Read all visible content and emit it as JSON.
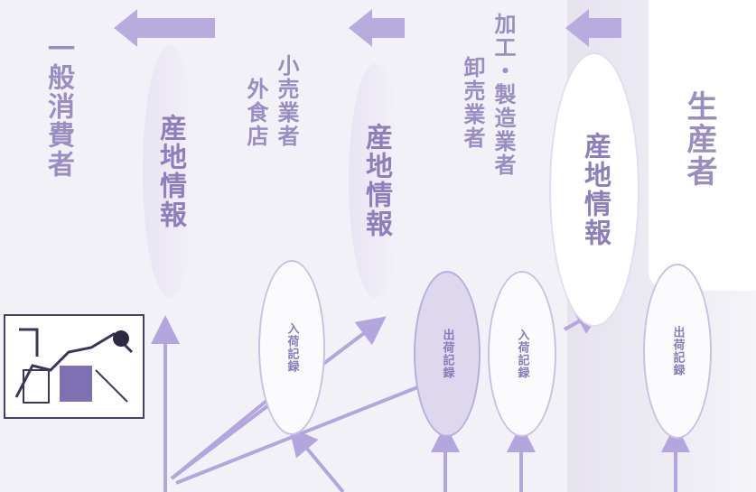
{
  "diagram": {
    "actors": {
      "producer": "生産者",
      "processor_line1": "加工・製造業者",
      "processor_line2": "卸売業者",
      "retailer_line1": "小売業者",
      "retailer_line2": "外食店",
      "consumer": "一般消費者"
    },
    "origin_info_label": "産地情報",
    "records": {
      "shipping": "出荷記録",
      "receiving": "入荷記録"
    }
  },
  "colors": {
    "accent": "#9a8dc2",
    "arrow": "#b3a6de",
    "text_dark": "#8c7fbb"
  }
}
